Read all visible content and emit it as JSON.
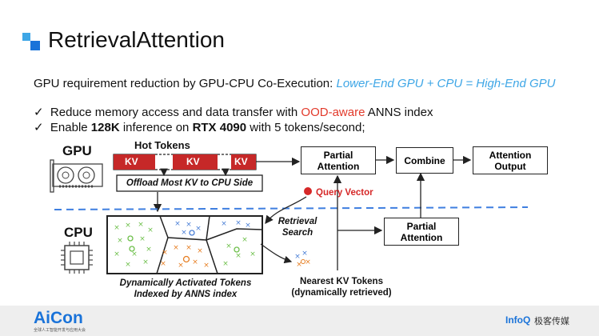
{
  "title": "RetrievalAttention",
  "subtitle": {
    "prefix": "GPU requirement reduction by GPU-CPU Co-Execution: ",
    "highlight": "Lower-End GPU + CPU = High-End GPU"
  },
  "bullets": [
    {
      "check": "✓",
      "pre": "Reduce memory access and data transfer with ",
      "red": "OOD-aware",
      "post": " ANNS index"
    },
    {
      "check": "✓",
      "pre": "Enable ",
      "b1": "128K",
      "mid": " inference on ",
      "b2": "RTX 4090",
      "post": " with 5 tokens/second;"
    }
  ],
  "diagram": {
    "gpu_label": "GPU",
    "cpu_label": "CPU",
    "hot_tokens": "Hot Tokens",
    "kv": [
      "KV",
      "KV",
      "KV"
    ],
    "offload": "Offload Most KV to CPU Side",
    "partial_attention_gpu": "Partial Attention",
    "combine": "Combine",
    "attention_output": "Attention Output",
    "query_vector": "Query Vector",
    "retrieval_search": "Retrieval Search",
    "partial_attention_cpu": "Partial Attention",
    "dyn_tokens": "Dynamically Activated Tokens",
    "indexed": "Indexed by ANNS index",
    "nearest": "Nearest KV Tokens",
    "dyn_retrieved": "(dynamically retrieved)"
  },
  "footer": {
    "aicon": "AiCon",
    "aicon_sub": "全球人工智能开发与应用大会",
    "infoq": "InfoQ",
    "infoq_cn": "极客传媒"
  },
  "colors": {
    "accent": "#1a73d9",
    "highlight": "#3ea6e6",
    "red": "#e23a2b",
    "kv_fill": "#c62828"
  }
}
